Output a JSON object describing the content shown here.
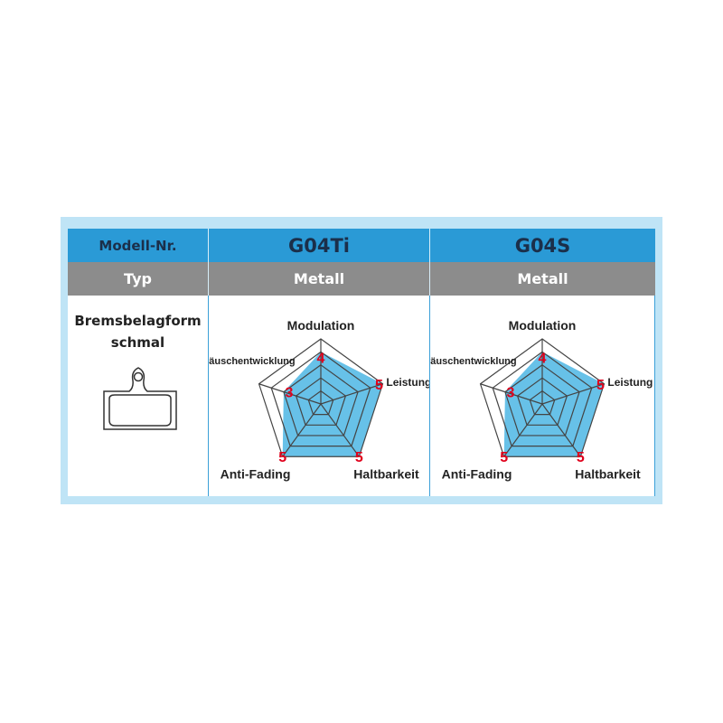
{
  "header": {
    "label": "Modell-Nr.",
    "models": [
      "G04Ti",
      "G04S"
    ]
  },
  "type_row": {
    "label": "Typ",
    "values": [
      "Metall",
      "Metall"
    ]
  },
  "shape": {
    "line1": "Bremsbelagform",
    "line2": "schmal"
  },
  "colors": {
    "header": "#2a9ad6",
    "type": "#8c8c8c",
    "fill": "#67c1e8",
    "value": "#e0001b"
  },
  "chart_data": [
    {
      "type": "radar",
      "title": "G04Ti",
      "axes": [
        "Modulation",
        "Leistung",
        "Haltbarkeit",
        "Anti-Fading",
        "Geräuschentwicklung"
      ],
      "values": [
        4,
        5,
        5,
        5,
        3
      ],
      "range": [
        0,
        5
      ]
    },
    {
      "type": "radar",
      "title": "G04S",
      "axes": [
        "Modulation",
        "Leistung",
        "Haltbarkeit",
        "Anti-Fading",
        "Geräuschentwicklung"
      ],
      "values": [
        4,
        5,
        5,
        5,
        3
      ],
      "range": [
        0,
        5
      ]
    }
  ]
}
